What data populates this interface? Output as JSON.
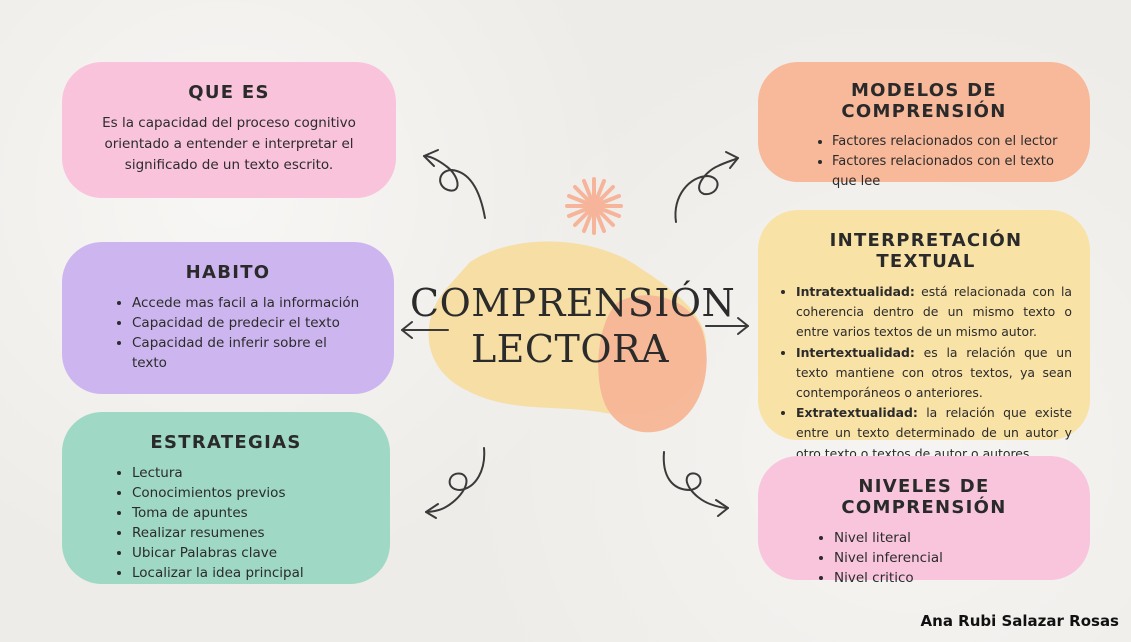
{
  "center": {
    "line1": "COMPRENSIÓN",
    "line2": "LECTORA"
  },
  "que_es": {
    "title": "QUE ES",
    "text": "Es la capacidad del  proceso cognitivo orientado a entender e interpretar el significado de un texto escrito."
  },
  "habito": {
    "title": "HABITO",
    "items": [
      "Accede mas facil a la información",
      "Capacidad de predecir el texto",
      "Capacidad de inferir sobre el texto"
    ]
  },
  "estrategias": {
    "title": "ESTRATEGIAS",
    "items": [
      "Lectura",
      "Conocimientos previos",
      "Toma de apuntes",
      "Realizar resumenes",
      "Ubicar Palabras clave",
      "Localizar la idea principal"
    ]
  },
  "modelos": {
    "title": "MODELOS DE COMPRENSIÓN",
    "items": [
      "Factores relacionados con el lector",
      "Factores relacionados con el texto que lee"
    ]
  },
  "interpretacion": {
    "title": "INTERPRETACIÓN TEXTUAL",
    "items": [
      {
        "term": "Intratextualidad:",
        "text": " está relacionada con la coherencia dentro de un mismo texto o entre varios textos de un mismo autor."
      },
      {
        "term": "Intertextualidad:",
        "text": " es la relación que un texto mantiene con otros textos, ya sean contemporáneos o anteriores."
      },
      {
        "term": "Extratextualidad:",
        "text": "  la relación que existe entre un texto determinado de un autor y otro texto o textos de autor o autores"
      }
    ]
  },
  "niveles": {
    "title": "NIVELES DE COMPRENSIÓN",
    "items": [
      "Nivel literal",
      "Nivel inferencial",
      "Nivel critico"
    ]
  },
  "author": "Ana Rubi Salazar Rosas",
  "colors": {
    "pink": "#f9c3dc",
    "lavender": "#cdb6ef",
    "mint": "#9fd8c4",
    "peach": "#f8b89a",
    "yellow": "#f9e2a6",
    "blob_yellow": "#f6dca0",
    "blob_peach": "#f6b596",
    "starburst": "#f6b49a"
  }
}
